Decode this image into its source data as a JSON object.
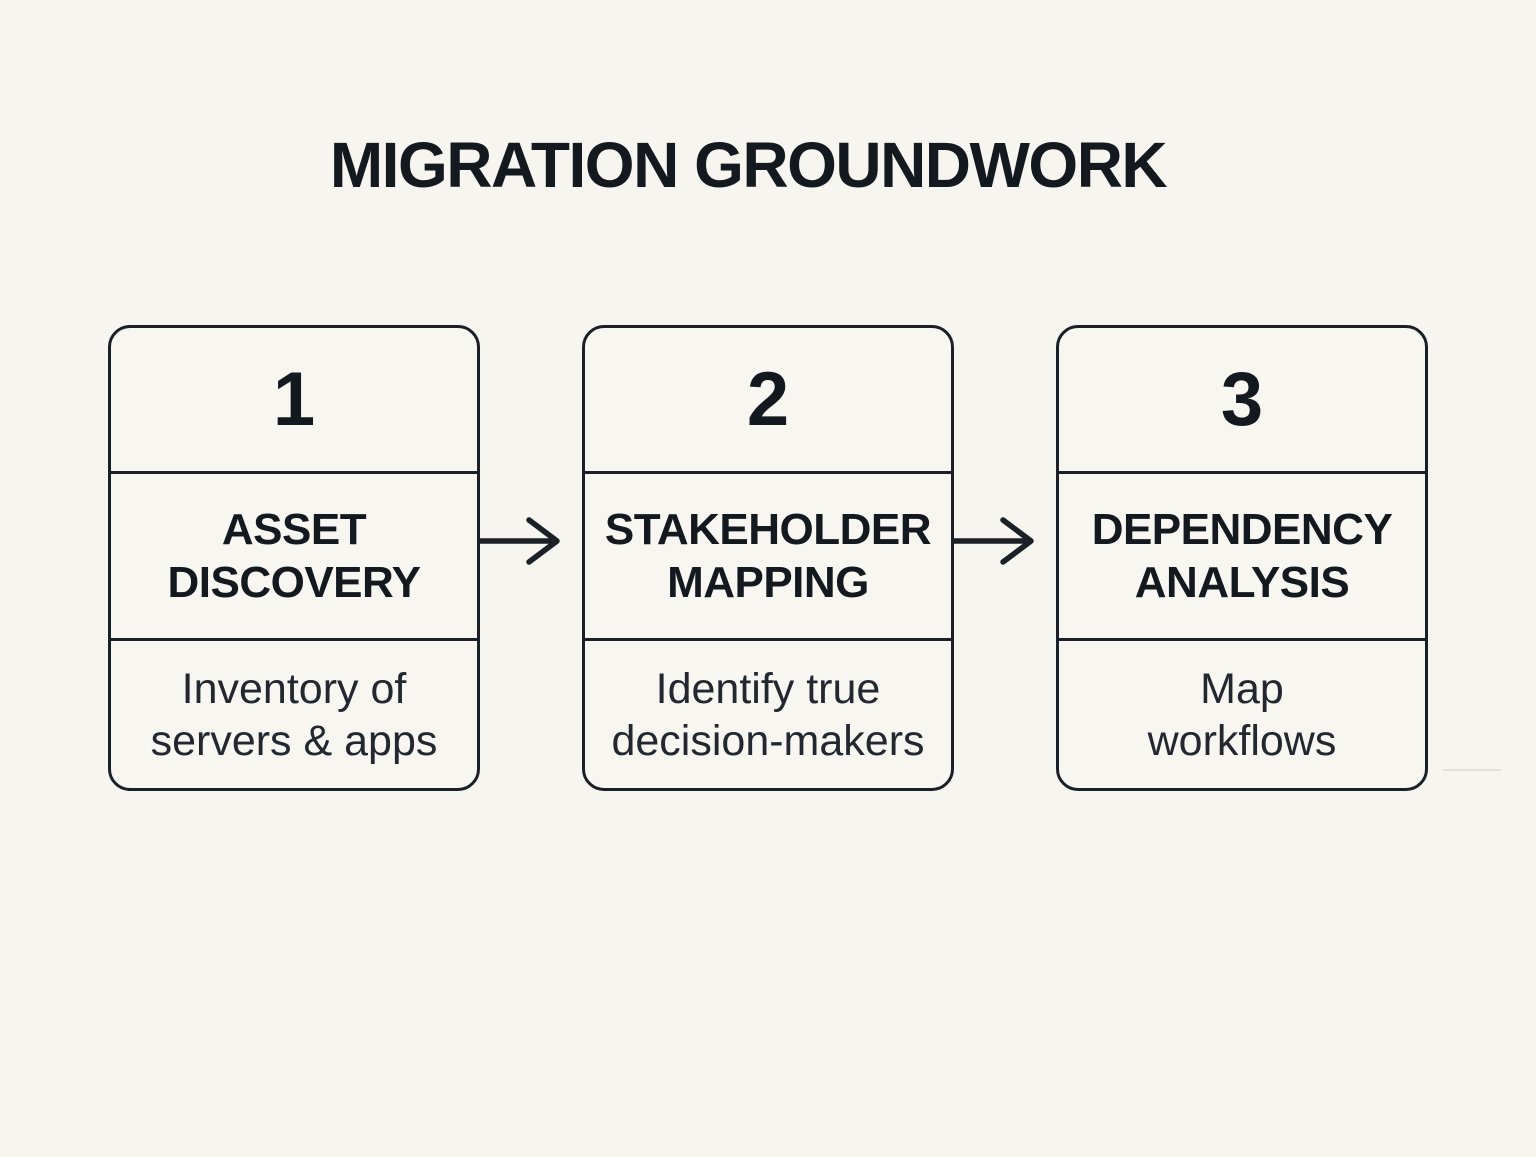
{
  "colors": {
    "background": "#f7f5ef",
    "cardbg": "#f8f6f1",
    "border": "#1b1f26",
    "heading": "#14181f",
    "text": "#232830",
    "arrow": "#1b1f26",
    "artifact": "#d9d8d3"
  },
  "header": {
    "title": "MIGRATION GROUNDWORK"
  },
  "steps": [
    {
      "number": "1",
      "title": "ASSET\nDISCOVERY",
      "description": "Inventory of\nservers & apps"
    },
    {
      "number": "2",
      "title": "STAKEHOLDER\nMAPPING",
      "description": "Identify true\ndecision-makers"
    },
    {
      "number": "3",
      "title": "DEPENDENCY\nANALYSIS",
      "description": "Map\nworkflows"
    }
  ],
  "arrows": [
    {
      "name": "arrow-step-1-to-2"
    },
    {
      "name": "arrow-step-2-to-3"
    }
  ]
}
